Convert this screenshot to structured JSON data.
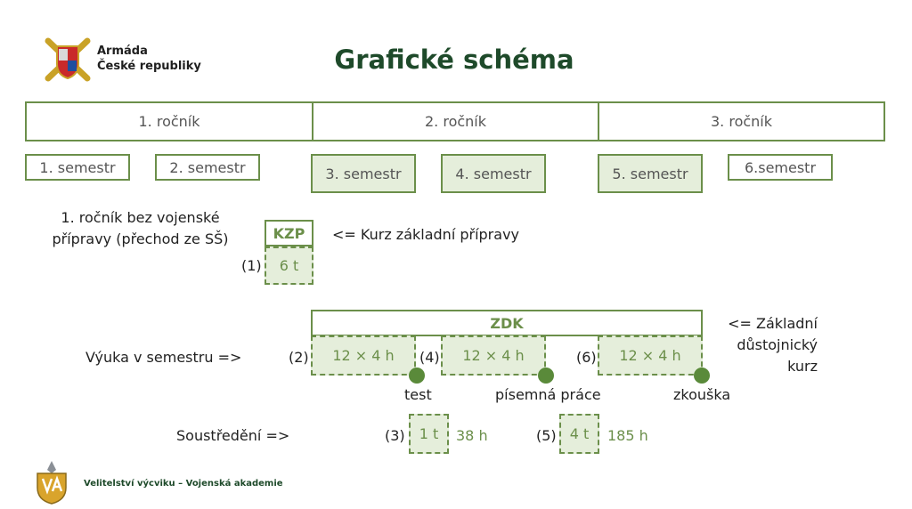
{
  "header": {
    "logo_line1": "Armáda",
    "logo_line2": "České republiky",
    "title": "Grafické schéma"
  },
  "years": [
    "1. ročník",
    "2. ročník",
    "3. ročník"
  ],
  "semesters": [
    "1. semestr",
    "2. semestr",
    "3. semestr",
    "4. semestr",
    "5. semestr",
    "6.semestr"
  ],
  "kzp": {
    "note_line1": "1. ročník bez vojenské",
    "note_line2": "přípravy (přechod ze SŠ)",
    "label": "KZP",
    "desc": "<=  Kurz základní přípravy",
    "num": "(1)",
    "duration": "6 t"
  },
  "zdk": {
    "label": "ZDK",
    "desc_line1": "<= Základní",
    "desc_line2": "důstojnický",
    "desc_line3": "kurz",
    "row_label": "Výuka v semestru =>",
    "blocks": [
      {
        "num": "(2)",
        "value": "12 × 4 h",
        "milestone": "test"
      },
      {
        "num": "(4)",
        "value": "12 × 4 h",
        "milestone": "písemná práce"
      },
      {
        "num": "(6)",
        "value": "12 × 4 h",
        "milestone": "zkouška"
      }
    ]
  },
  "camp": {
    "row_label": "Soustředění  =>",
    "blocks": [
      {
        "num": "(3)",
        "value": "1 t",
        "hours": "38 h"
      },
      {
        "num": "(5)",
        "value": "4 t",
        "hours": "185 h"
      }
    ]
  },
  "footer": {
    "text": "Velitelství výcviku – Vojenská akademie"
  },
  "colors": {
    "accent": "#6b8f4a",
    "fill": "#e5eedb",
    "title": "#1e4a2a",
    "dot": "#5a8a3a"
  }
}
